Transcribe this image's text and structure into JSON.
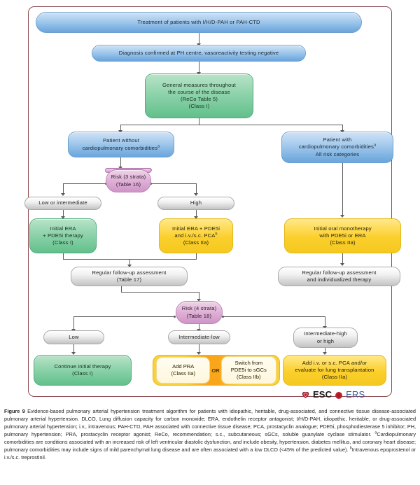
{
  "figure": {
    "number": "Figure 9",
    "caption_main": "Evidence-based pulmonary arterial hypertension treatment algorithm for patients with idiopathic, heritable, drug-associated, and connective tissue disease-associated pulmonary arterial hypertension. DLCO, Lung diffusion capacity for carbon monoxide; ERA, endothelin receptor antagonist; I/H/D-PAH, idiopathic, heritable, or drug-associated pulmonary arterial hypertension; i.v., intravenous; PAH-CTD, PAH associated with connective tissue disease; PCA, prostacyclin analogue; PDE5i, phosphodiesterase 5 inhibitor; PH, pulmonary hypertension; PRA, prostacyclin receptor agonist; ReCo, recommendation; s.c., subcutaneous; sGCs, soluble guanylate cyclase stimulator. ",
    "footnote_a_marker": "a",
    "footnote_a": "Cardiopulmonary comorbidities are conditions associated with an increased risk of left ventricular diastolic dysfunction, and include obesity, hypertension, diabetes mellitus, and coronary heart disease; pulmonary comorbidities may include signs of mild parenchymal lung disease and are often associated with a low DLCO (<45% of the predicted value). ",
    "footnote_b_marker": "b",
    "footnote_b": "Intravenous epoprostenol or i.v./s.c. treprostinil."
  },
  "logos": {
    "esc_label": "ESC",
    "ers_label": "ERS",
    "esc_color": "#1a1a1a",
    "ers_color": "#2f5fa8",
    "heart_color": "#c0202e"
  },
  "colors": {
    "frame_border": "#8c4a52",
    "blue": "#a9cdee",
    "green": "#8ed3ab",
    "yellow": "#fbcf2c",
    "grey": "#d4d4d4",
    "pink": "#dfb0d6",
    "orange": "#f9a61a",
    "connector": "#5b5b5b"
  },
  "nodes": {
    "title_bar": {
      "line1": "Treatment of patients with I/H/D-PAH or PAH-CTD"
    },
    "diagnosis": {
      "line1": "Diagnosis confirmed at PH centre, vasoreactivity testing negative"
    },
    "general_measures": {
      "line1": "General measures throughout",
      "line2": "the course of the disease",
      "line3": "(ReCo Table 5)",
      "line4": "(Class I)"
    },
    "patient_without": {
      "line1": "Patient without",
      "line2": "cardiopulmonary comorbidities",
      "sup": "a"
    },
    "patient_with": {
      "line1": "Patient with",
      "line2": "cardiopulmonary comorbidities",
      "sup": "a",
      "line3": "All risk categories"
    },
    "risk_3": {
      "line1": "Risk (3 strata)",
      "line2": "(Table 16)"
    },
    "low_or_intermediate": {
      "line1": "Low or intermediate"
    },
    "high": {
      "line1": "High"
    },
    "initial_era_pde5i": {
      "line1": "Initial ERA",
      "line2": "+ PDE5i therapy",
      "line3": "(Class I)"
    },
    "initial_era_pde5i_pca": {
      "line1": "Initial ERA + PDE5i",
      "line2": "and i.v./s.c. PCA",
      "sup": "b",
      "line3": "(Class IIa)"
    },
    "initial_oral_monotherapy": {
      "line1": "Initial oral monotherapy",
      "line2": "with PDE5i or ERA",
      "line3": "(Class IIa)"
    },
    "followup_left": {
      "line1": "Regular follow-up assessment",
      "line2": "(Table 17)"
    },
    "followup_right": {
      "line1": "Regular follow-up assessment",
      "line2": "and individualized therapy"
    },
    "risk_4": {
      "line1": "Risk (4 strata)",
      "line2": "(Table 18)"
    },
    "low": {
      "line1": "Low"
    },
    "intermediate_low": {
      "line1": "Intermediate-low"
    },
    "intermediate_high_or_high": {
      "line1": "Intermediate-high",
      "line2": "or high"
    },
    "continue_initial": {
      "line1": "Continue initial therapy",
      "line2": "(Class I)"
    },
    "add_pra": {
      "line1": "Add PRA",
      "line2": "(Class IIa)"
    },
    "or_label": {
      "line1": "OR"
    },
    "switch_sgcs": {
      "line1": "Switch from",
      "line2": "PDE5i to sGCs",
      "line3": "(Class IIb)"
    },
    "add_pca": {
      "line1": "Add i.v. or s.c. PCA and/or",
      "line2": "evaluate for lung transplantation",
      "line3": "(Class IIa)"
    }
  }
}
